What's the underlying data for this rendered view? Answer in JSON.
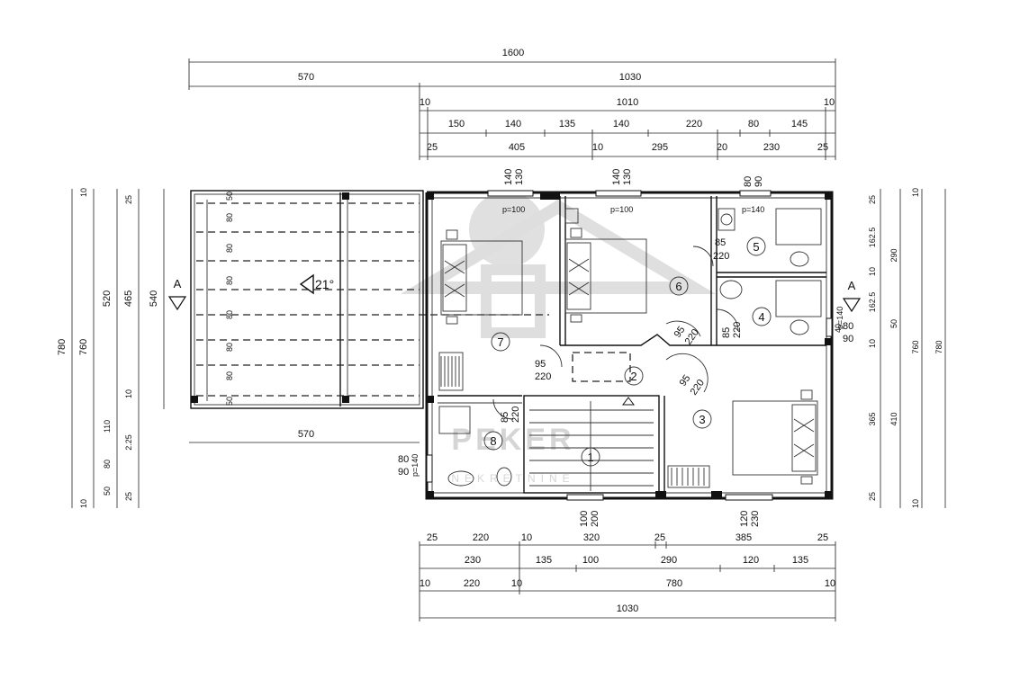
{
  "dimensions": {
    "top_total": "1600",
    "top_row2": [
      "570",
      "1030"
    ],
    "top_row3": [
      "10",
      "1010",
      "10"
    ],
    "top_row4": [
      "150",
      "140",
      "135",
      "140",
      "220",
      "80",
      "145"
    ],
    "top_row5": [
      "25",
      "405",
      "10",
      "295",
      "20",
      "230",
      "25"
    ],
    "bottom_row1": [
      "25",
      "220",
      "10",
      "320",
      "25",
      "385",
      "25"
    ],
    "bottom_row2": [
      "230",
      "135",
      "100",
      "290",
      "120",
      "135"
    ],
    "bottom_row3": [
      "10",
      "220",
      "10",
      "780",
      "10"
    ],
    "bottom_total": "1030",
    "left_outer": [
      "780",
      "760",
      "520",
      "465",
      "540"
    ],
    "left_small": [
      "10",
      "25",
      "10",
      "110",
      "2.25",
      "80",
      "50",
      "25",
      "10"
    ],
    "right_vertical": [
      "25",
      "162.5",
      "10",
      "162.5",
      "50",
      "10",
      "365",
      "25",
      "290",
      "760",
      "410",
      "780",
      "10",
      "10"
    ],
    "roof_spacings": [
      "50",
      "80",
      "80",
      "80",
      "80",
      "80",
      "80",
      "50"
    ],
    "terrace_width": "570",
    "roof_pitch": "21°"
  },
  "windows": [
    {
      "w": "140",
      "h": "130"
    },
    {
      "w": "140",
      "h": "130"
    },
    {
      "w": "80",
      "h": "90"
    },
    {
      "w": "40",
      "h": "80",
      "extra": "90"
    },
    {
      "w": "80",
      "h": "90"
    },
    {
      "w": "100",
      "h": "200"
    },
    {
      "w": "120",
      "h": "230"
    }
  ],
  "parapets": [
    "p=100",
    "p=100",
    "p=140",
    "p=140",
    "p=140"
  ],
  "doors": [
    {
      "w": "85",
      "h": "220"
    },
    {
      "w": "85",
      "h": "220"
    },
    {
      "w": "95",
      "h": "220"
    },
    {
      "w": "95",
      "h": "220"
    },
    {
      "w": "95",
      "h": "220"
    },
    {
      "w": "85",
      "h": "220"
    }
  ],
  "rooms": [
    "1",
    "2",
    "3",
    "4",
    "5",
    "6",
    "7",
    "8"
  ],
  "section_marks": [
    "A",
    "A"
  ],
  "watermark": {
    "brand": "PEKER",
    "sub": "NEKRETNINE"
  }
}
